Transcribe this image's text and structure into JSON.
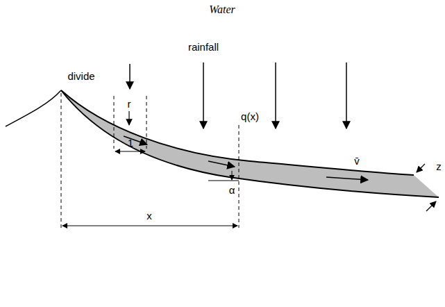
{
  "diagram": {
    "title": "Water",
    "labels": [
      "rainfall",
      "divide",
      "r",
      "1",
      "q(x)",
      "α",
      "v̄",
      "x",
      "z"
    ]
  }
}
